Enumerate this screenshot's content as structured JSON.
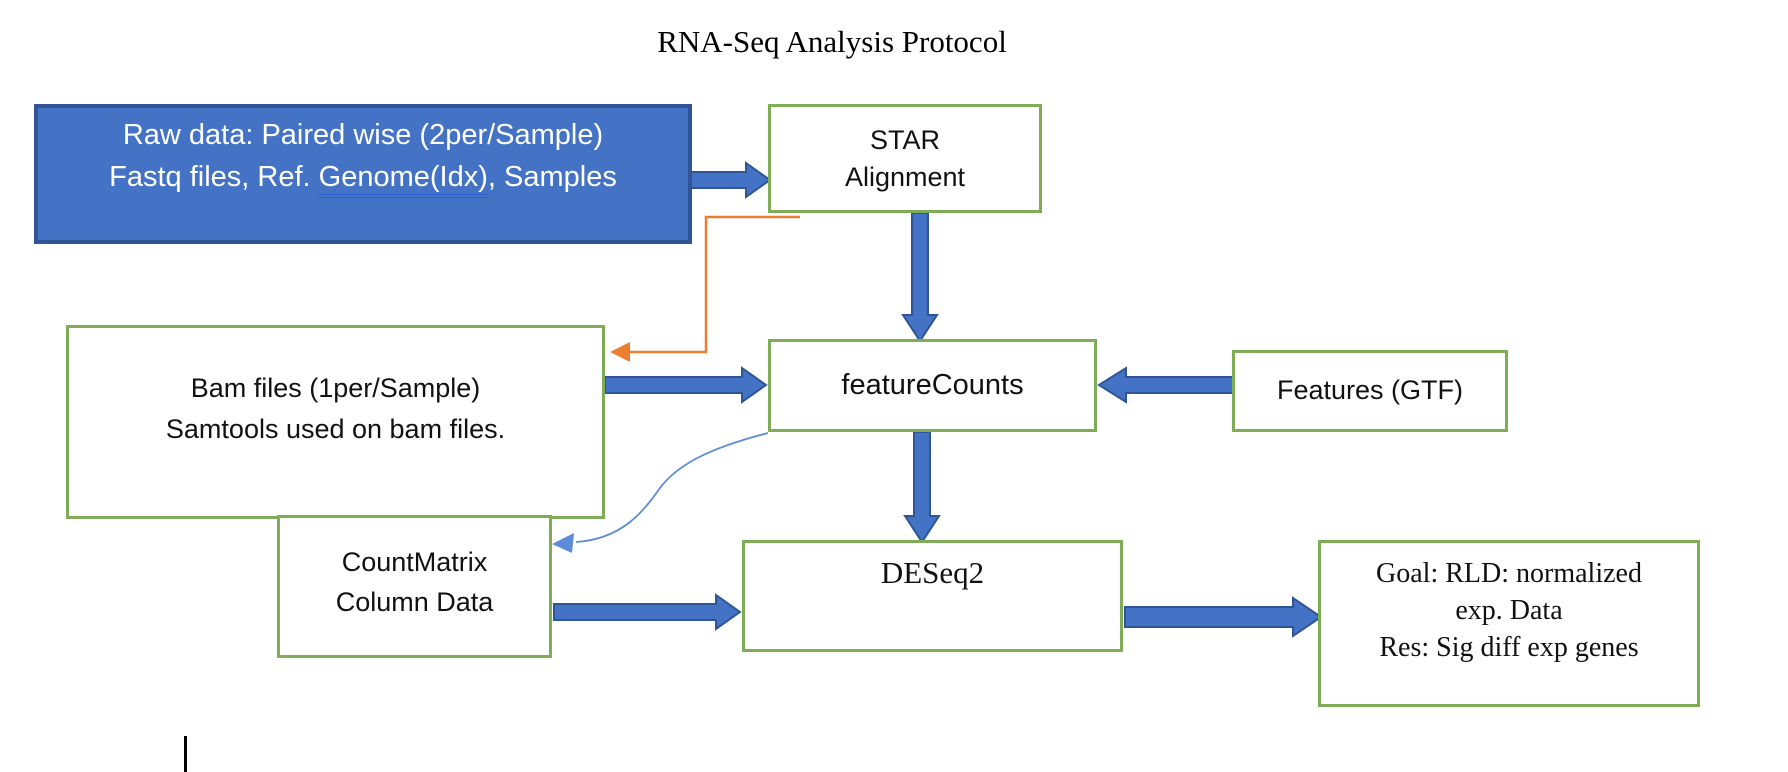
{
  "title": "RNA-Seq Analysis Protocol",
  "nodes": {
    "raw_data": {
      "line1": "Raw data: Paired wise (2per/Sample)",
      "line2_before": "Fastq files, Ref. ",
      "line2_underlined": "Genome(Idx)",
      "line2_after": ", Samples"
    },
    "star": {
      "line1": "STAR",
      "line2": "Alignment"
    },
    "feature_counts": {
      "label": "featureCounts"
    },
    "bam_files": {
      "line1": "Bam files (1per/Sample)",
      "line2": "Samtools used on bam files."
    },
    "features_gtf": {
      "label": "Features (GTF)"
    },
    "count_matrix": {
      "line1": "CountMatrix",
      "line2": "Column Data"
    },
    "deseq2": {
      "label": "DESeq2"
    },
    "goal": {
      "line1": "Goal: RLD: normalized",
      "line2": "exp. Data",
      "line3": "Res: Sig diff exp genes"
    }
  },
  "colors": {
    "node_fill_blue": "#4472C4",
    "node_border_blue": "#2F5597",
    "node_border_green": "#7FAC57",
    "arrow_fill_blue": "#4472C4",
    "arrow_outline_blue": "#2F5597",
    "connector_orange": "#ED7D31",
    "connector_light_blue": "#5B8BD9",
    "underline_blue": "#2F5BD6",
    "text_black": "#111111",
    "text_white": "#FFFFFF"
  }
}
